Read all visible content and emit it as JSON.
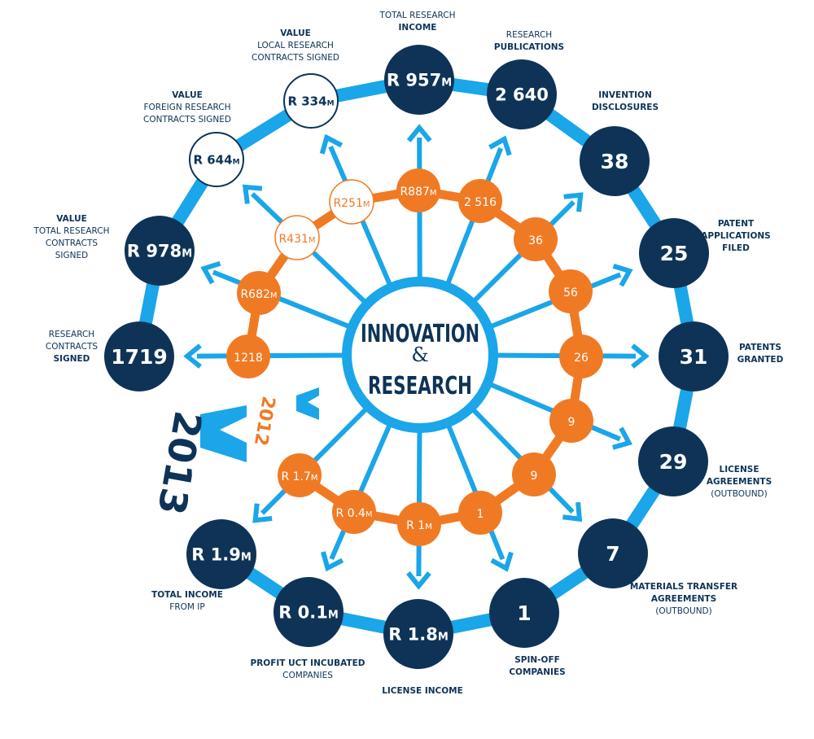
{
  "colors": {
    "navy": "#0e3357",
    "blue": "#1aa6e8",
    "orange": "#f07a24",
    "white": "#ffffff"
  },
  "center": {
    "line1": "INNOVATION",
    "amp": "&",
    "line2": "RESEARCH"
  },
  "year_labels": {
    "y2013": "2013",
    "y2012": "2012"
  },
  "metrics": [
    {
      "id": "total-research-income",
      "value_main": "R 957",
      "value_unit": "M",
      "value_2012": "R887",
      "unit_2012": "M",
      "label_lines": [
        {
          "text": "TOTAL RESEARCH",
          "bold": false
        },
        {
          "text": "INCOME",
          "bold": true
        }
      ],
      "style": "filled"
    },
    {
      "id": "research-publications",
      "value_main": "2 640",
      "value_unit": "",
      "value_2012": "2 516",
      "unit_2012": "",
      "label_lines": [
        {
          "text": "RESEARCH",
          "bold": false
        },
        {
          "text": "PUBLICATIONS",
          "bold": true
        }
      ],
      "style": "filled"
    },
    {
      "id": "invention-disclosures",
      "value_main": "38",
      "value_unit": "",
      "value_2012": "36",
      "unit_2012": "",
      "label_lines": [
        {
          "text": "INVENTION",
          "bold": true
        },
        {
          "text": "DISCLOSURES",
          "bold": true
        }
      ],
      "style": "filled"
    },
    {
      "id": "patent-applications-filed",
      "value_main": "25",
      "value_unit": "",
      "value_2012": "56",
      "unit_2012": "",
      "label_lines": [
        {
          "text": "PATENT",
          "bold": true
        },
        {
          "text": "APPLICATIONS",
          "bold": true
        },
        {
          "text": "FILED",
          "bold": true
        }
      ],
      "style": "filled"
    },
    {
      "id": "patents-granted",
      "value_main": "31",
      "value_unit": "",
      "value_2012": "26",
      "unit_2012": "",
      "label_lines": [
        {
          "text": "PATENTS",
          "bold": true
        },
        {
          "text": "GRANTED",
          "bold": true
        }
      ],
      "style": "filled"
    },
    {
      "id": "license-agreements",
      "value_main": "29",
      "value_unit": "",
      "value_2012": "9",
      "unit_2012": "",
      "label_lines": [
        {
          "text": "LICENSE",
          "bold": true
        },
        {
          "text": "AGREEMENTS",
          "bold": true
        },
        {
          "text": "(OUTBOUND)",
          "bold": false
        }
      ],
      "style": "filled"
    },
    {
      "id": "materials-transfer-agreements",
      "value_main": "7",
      "value_unit": "",
      "value_2012": "9",
      "unit_2012": "",
      "label_lines": [
        {
          "text": "MATERIALS TRANSFER",
          "bold": true
        },
        {
          "text": "AGREEMENTS",
          "bold": true
        },
        {
          "text": "(OUTBOUND)",
          "bold": false
        }
      ],
      "style": "filled"
    },
    {
      "id": "spin-off-companies",
      "value_main": "1",
      "value_unit": "",
      "value_2012": "1",
      "unit_2012": "",
      "label_lines": [
        {
          "text": "SPIN-OFF",
          "bold": true
        },
        {
          "text": "COMPANIES",
          "bold": true
        }
      ],
      "style": "filled"
    },
    {
      "id": "license-income",
      "value_main": "R 1.8",
      "value_unit": "M",
      "value_2012": "R 1",
      "unit_2012": "M",
      "label_lines": [
        {
          "text": "LICENSE INCOME",
          "bold": true
        }
      ],
      "style": "filled"
    },
    {
      "id": "profit-uct-incubated",
      "value_main": "R 0.1",
      "value_unit": "M",
      "value_2012": "R 0.4",
      "unit_2012": "M",
      "label_lines": [
        {
          "text": "PROFIT UCT INCUBATED",
          "bold": true
        },
        {
          "text": "COMPANIES",
          "bold": false
        }
      ],
      "style": "filled"
    },
    {
      "id": "total-income-from-ip",
      "value_main": "R 1.9",
      "value_unit": "M",
      "value_2012": "R 1.7",
      "unit_2012": "M",
      "label_lines": [
        {
          "text": "TOTAL INCOME",
          "bold": true
        },
        {
          "text": "FROM IP",
          "bold": false
        }
      ],
      "style": "filled"
    },
    {
      "id": "research-contracts-signed",
      "value_main": "1719",
      "value_unit": "",
      "value_2012": "1218",
      "unit_2012": "",
      "label_lines": [
        {
          "text": "RESEARCH",
          "bold": false
        },
        {
          "text": "CONTRACTS",
          "bold": false
        },
        {
          "text": "SIGNED",
          "bold": true
        }
      ],
      "style": "filled"
    },
    {
      "id": "value-total-research-contracts",
      "value_main": "R 978",
      "value_unit": "M",
      "value_2012": "R682",
      "unit_2012": "M",
      "label_lines": [
        {
          "text": "VALUE",
          "bold": true
        },
        {
          "text": "TOTAL RESEARCH",
          "bold": false
        },
        {
          "text": "CONTRACTS",
          "bold": false
        },
        {
          "text": "SIGNED",
          "bold": false
        }
      ],
      "style": "filled"
    },
    {
      "id": "value-foreign-research-contracts",
      "value_main": "R 644",
      "value_unit": "M",
      "value_2012": "R431",
      "unit_2012": "M",
      "label_lines": [
        {
          "text": "VALUE",
          "bold": true
        },
        {
          "text": "FOREIGN RESEARCH",
          "bold": false
        },
        {
          "text": "CONTRACTS SIGNED",
          "bold": false
        }
      ],
      "style": "outline"
    },
    {
      "id": "value-local-research-contracts",
      "value_main": "R 334",
      "value_unit": "M",
      "value_2012": "R251",
      "unit_2012": "M",
      "label_lines": [
        {
          "text": "VALUE",
          "bold": true
        },
        {
          "text": "LOCAL RESEARCH",
          "bold": false
        },
        {
          "text": "CONTRACTS SIGNED",
          "bold": false
        }
      ],
      "style": "outline"
    }
  ]
}
